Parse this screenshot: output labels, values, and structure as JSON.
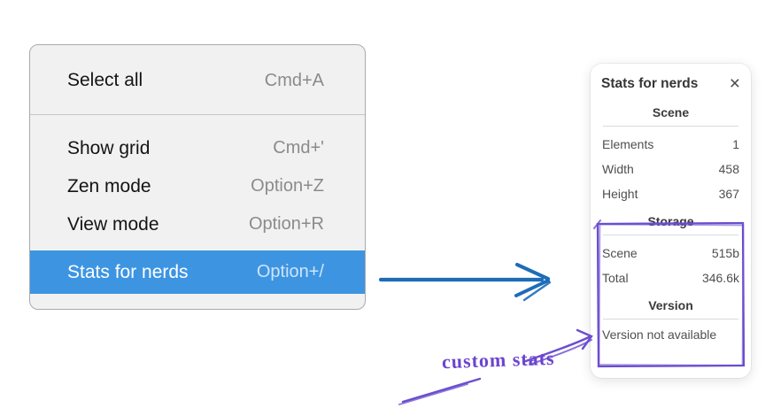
{
  "context_menu": {
    "items": [
      {
        "label": "Select all",
        "shortcut": "Cmd+A",
        "highlighted": false
      },
      {
        "label": "Show grid",
        "shortcut": "Cmd+'",
        "highlighted": false
      },
      {
        "label": "Zen mode",
        "shortcut": "Option+Z",
        "highlighted": false
      },
      {
        "label": "View mode",
        "shortcut": "Option+R",
        "highlighted": false
      },
      {
        "label": "Stats for nerds",
        "shortcut": "Option+/",
        "highlighted": true
      }
    ]
  },
  "stats_panel": {
    "title": "Stats for nerds",
    "close_icon": "×",
    "scene_section": {
      "heading": "Scene",
      "rows": [
        {
          "label": "Elements",
          "value": "1"
        },
        {
          "label": "Width",
          "value": "458"
        },
        {
          "label": "Height",
          "value": "367"
        }
      ]
    },
    "storage_section": {
      "heading": "Storage",
      "rows": [
        {
          "label": "Scene",
          "value": "515b"
        },
        {
          "label": "Total",
          "value": "346.6k"
        }
      ]
    },
    "version_section": {
      "heading": "Version",
      "note": "Version not available"
    }
  },
  "annotation": {
    "label": "custom stats"
  },
  "colors": {
    "menu_highlight": "#3d95e2",
    "arrow_blue": "#1e6cb8",
    "annotation_purple": "#6b4ecf"
  }
}
